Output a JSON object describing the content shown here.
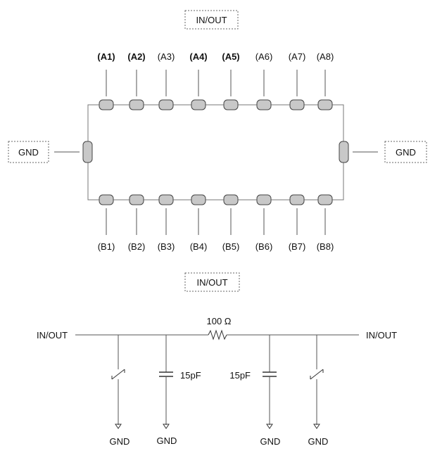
{
  "package": {
    "top_label": "IN/OUT",
    "bottom_label": "IN/OUT",
    "left_label": "GND",
    "right_label": "GND",
    "pins_top": [
      {
        "label": "(A1)",
        "bold": true
      },
      {
        "label": "(A2)",
        "bold": true
      },
      {
        "label": "(A3)",
        "bold": false
      },
      {
        "label": "(A4)",
        "bold": true
      },
      {
        "label": "(A5)",
        "bold": true
      },
      {
        "label": "(A6)",
        "bold": false
      },
      {
        "label": "(A7)",
        "bold": false
      },
      {
        "label": "(A8)",
        "bold": false
      }
    ],
    "pins_bottom": [
      {
        "label": "(B1)"
      },
      {
        "label": "(B2)"
      },
      {
        "label": "(B3)"
      },
      {
        "label": "(B4)"
      },
      {
        "label": "(B5)"
      },
      {
        "label": "(B6)"
      },
      {
        "label": "(B7)"
      },
      {
        "label": "(B8)"
      }
    ]
  },
  "circuit": {
    "left_terminal": "IN/OUT",
    "right_terminal": "IN/OUT",
    "resistor_label": "100 Ω",
    "cap_left_label": "15pF",
    "cap_right_label": "15pF",
    "gnd_labels": [
      "GND",
      "GND",
      "GND",
      "GND"
    ]
  },
  "colors": {
    "pad_fill": "#c8c8c8",
    "pad_stroke": "#444444",
    "line": "#555555",
    "label_box": "#666666"
  }
}
